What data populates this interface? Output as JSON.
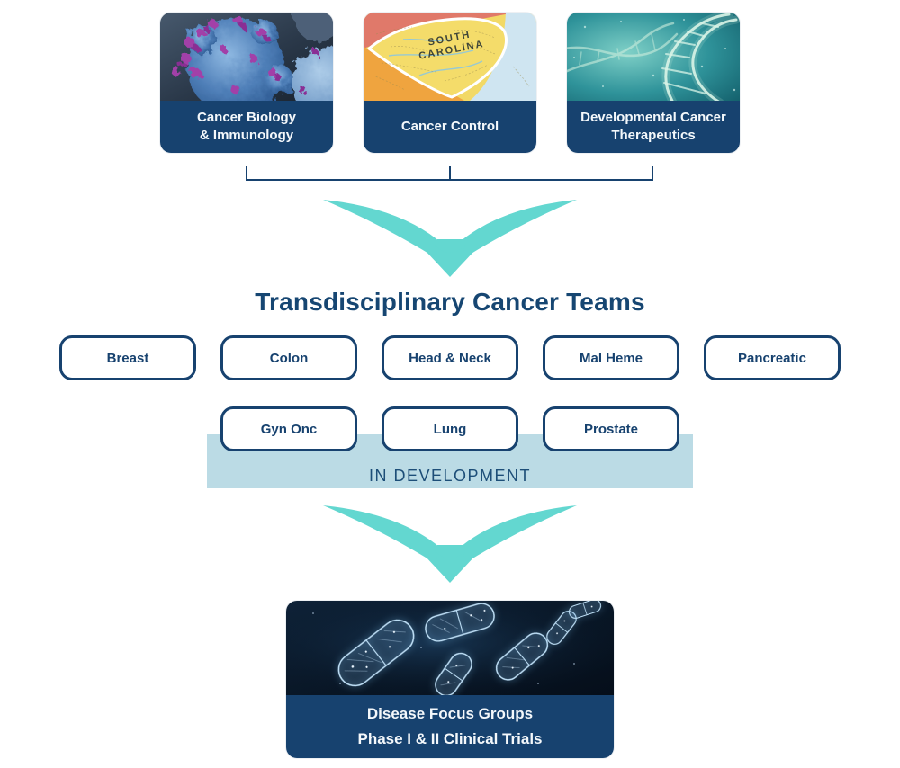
{
  "colors": {
    "navy": "#17426F",
    "teal": "#63D7D0",
    "band_blue": "#BBDBE5",
    "white": "#FFFFFF"
  },
  "programs": [
    {
      "label_line1": "Cancer Biology",
      "label_line2": "& Immunology",
      "image": "cancer-cell-immunology-photo"
    },
    {
      "label_line1": "Cancer Control",
      "label_line2": "",
      "map_overlay": {
        "line1": "SOUTH",
        "line2": "CAROLINA"
      },
      "image": "south-carolina-map-photo"
    },
    {
      "label_line1": "Developmental Cancer",
      "label_line2": "Therapeutics",
      "image": "dna-helix-photo"
    }
  ],
  "title": "Transdisciplinary Cancer Teams",
  "teams_row1": [
    "Breast",
    "Colon",
    "Head & Neck",
    "Mal Heme",
    "Pancreatic"
  ],
  "teams_row2": [
    "Gyn Onc",
    "Lung",
    "Prostate"
  ],
  "in_development": "IN DEVELOPMENT",
  "bottom_card": {
    "line1": "Disease Focus Groups",
    "line2": "Phase I & II Clinical Trials",
    "image": "clinical-trial-capsules-photo"
  }
}
